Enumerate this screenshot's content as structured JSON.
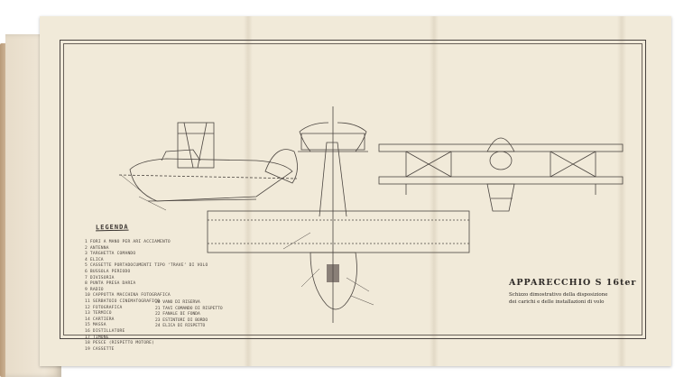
{
  "legend": {
    "title": "LEGENDA",
    "items": [
      "1 FORI A MANO PER ARI ACCIAMENTO",
      "2 ANTENNA",
      "3 TARGHETTA COMANDO",
      "4 ELICA",
      "5 CASSETTE PORTADOCUMENTI TIPO ‘TRAVE’ DI VOLO",
      "6 BUSSOLA PERIODO",
      "7 DIVISORIA",
      "8 PUNTA PRESA DARIA",
      "9 RADIO",
      "10 CAPPOTTA MACCHINA FOTOGRAFICA",
      "11 SERBATOIO CINEMATOGRAFICO",
      "12 FOTOGRAFICA",
      "13 TERMICO",
      "14 CARTIERA",
      "15 MASSA",
      "16 DISTILLATORE",
      "17 TIMONE",
      "18 PESCE (RISPETTO MOTORE)",
      "19 CASSETTE"
    ],
    "items_col2": [
      "20 VANO DI RISERVA",
      "21 TAVI COMANDO DI RISPETTO",
      "22 FANALE DI FONDA",
      "23 ESTINTORI DI BORDO",
      "24 ELICA DI RISPETTO"
    ]
  },
  "title_block": {
    "main": "APPARECCHIO S 16ter",
    "line1": "Schizzo dimostrativo della disposizione",
    "line2": "dei carichi e delle installazioni di volo"
  }
}
